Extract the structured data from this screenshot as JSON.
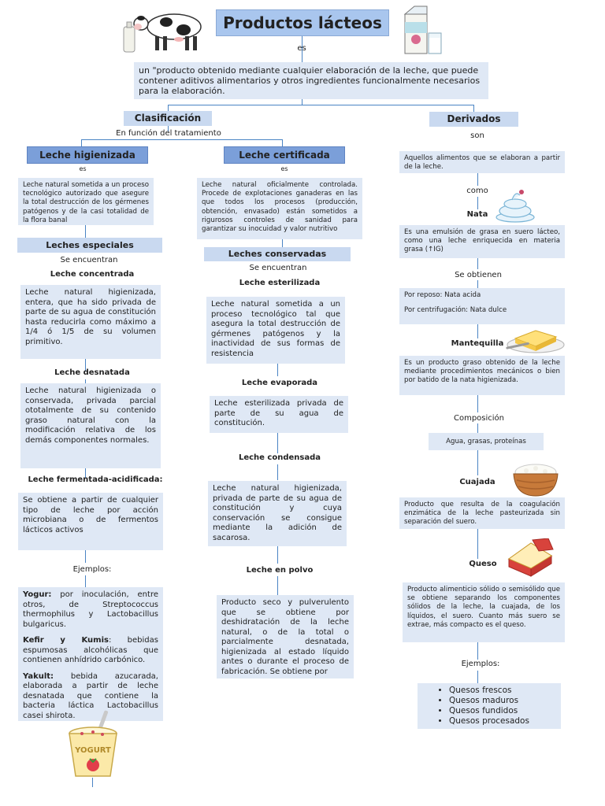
{
  "title": "Productos lácteos",
  "root": {
    "connector": "es",
    "definition": "un \"producto obtenido mediante cualquier elaboración de la leche, que puede contener aditivos alimentarios y otros ingredientes funcionalmente necesarios para la elaboración."
  },
  "clasificacion": {
    "header": "Clasificación",
    "note": "En función del tratamiento",
    "higienizada": {
      "header": "Leche higienizada",
      "connector": "es",
      "definition": "Leche natural sometida a un proceso tecnológico autorizado que asegure la total destrucción de los gérmenes patógenos y de la casi totalidad de la flora banal",
      "especiales": {
        "header": "Leches especiales",
        "connector": "Se encuentran",
        "items": [
          {
            "title": "Leche concentrada",
            "text": "Leche natural higienizada, entera, que ha sido privada de parte de su agua de constitución hasta reducirla como máximo a 1/4 ó 1/5 de su volumen primitivo."
          },
          {
            "title": "Leche desnatada",
            "text": "Leche natural higienizada o conservada, privada parcial ototalmente de su contenido graso natural con la modificación relativa de los demás componentes normales."
          },
          {
            "title": "Leche fermentada-acidificada:",
            "text": "Se obtiene a partir de cualquier tipo de leche por acción microbiana o de fermentos lácticos activos"
          }
        ],
        "ejemplos_label": "Ejemplos:",
        "ejemplos": [
          {
            "term": "Yogur:",
            "text": " por inoculación, entre otros, de Streptococcus thermophilus y Lactobacillus bulgaricus."
          },
          {
            "term": "Kefir y Kumis",
            "text": ": bebidas espumosas alcohólicas que contienen anhídrido carbónico."
          },
          {
            "term": "Yakult:",
            "text": " bebida azucarada, elaborada a partir de leche desnatada que contiene la bacteria láctica Lactobacillus casei shirota."
          }
        ],
        "yogurt_label": "YOGURT"
      }
    },
    "certificada": {
      "header": "Leche certificada",
      "connector": "es",
      "definition": "Leche natural oficialmente controlada. Procede de explotaciones ganaderas en las que todos los procesos (producción, obtención, envasado) están sometidos a rigurosos controles de sanidad para garantizar su inocuidad y valor nutritivo",
      "conservadas": {
        "header": "Leches conservadas",
        "connector": "Se encuentran",
        "items": [
          {
            "title": "Leche esterilizada",
            "text": "Leche natural sometida a un proceso tecnológico tal que asegura la total destrucción de gérmenes patógenos y la inactividad de sus formas de resistencia"
          },
          {
            "title": "Leche evaporada",
            "text": "Leche esterilizada privada de parte de su agua de constitución."
          },
          {
            "title": "Leche condensada",
            "text": "Leche natural higienizada, privada de parte de su agua de constitución y cuya conservación se consigue mediante la adición de sacarosa."
          },
          {
            "title": "Leche en polvo",
            "text": "Producto seco y pulverulento que se obtiene por deshidratación de la leche natural, o de la total o parcialmente desnatada, higienizada al estado líquido antes o durante el proceso de fabricación. Se obtiene por"
          }
        ]
      }
    }
  },
  "derivados": {
    "header": "Derivados",
    "connector": "son",
    "definition": "Aquellos alimentos que se elaboran a partir de la leche.",
    "como": "como",
    "nata": {
      "title": "Nata",
      "definition": "Es una emulsión de grasa en suero lácteo, como una leche enriquecida en materia grasa (↑IG)",
      "connector": "Se obtienen",
      "obtencion": [
        "Por reposo: Nata acida",
        "Por centrifugación: Nata dulce"
      ]
    },
    "mantequilla": {
      "title": "Mantequilla",
      "definition": "Es un producto graso obtenido de la leche mediante procedimientos mecánicos o bien por batido de la nata higienizada.",
      "connector": "Composición",
      "composicion": "Agua, grasas, proteínas"
    },
    "cuajada": {
      "title": "Cuajada",
      "definition": "Producto que resulta de la coagulación enzimática de la leche pasteurizada sin separación del suero."
    },
    "queso": {
      "title": "Queso",
      "definition": "Producto alimenticio sólido o semisólido que se obtiene separando los componentes sólidos de la leche, la cuajada, de los líquidos, el suero. Cuanto más suero se extrae, más compacto es el queso.",
      "ejemplos_label": "Ejemplos:",
      "ejemplos": [
        "Quesos frescos",
        "Quesos maduros",
        "Quesos fundidos",
        "Quesos procesados"
      ]
    }
  },
  "colors": {
    "header_dark": "#7b9fd9",
    "header_main": "#a9c6ee",
    "box": "#dfe8f5",
    "line": "#4a84c4"
  }
}
